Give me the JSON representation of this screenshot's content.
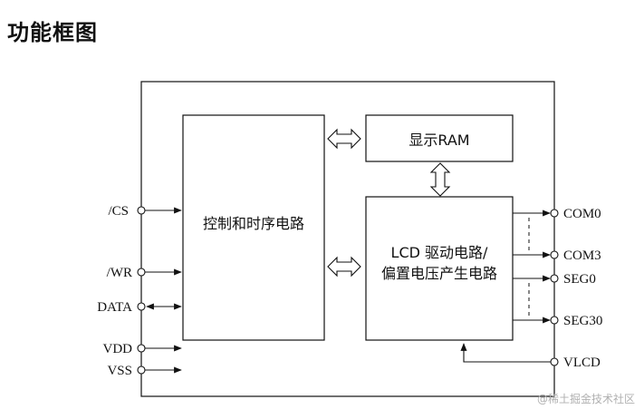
{
  "title": "功能框图",
  "blocks": {
    "control": "控制和时序电路",
    "ram": "显示RAM",
    "driver_line1": "LCD 驱动电路/",
    "driver_line2": "偏置电压产生电路"
  },
  "pins_left": {
    "cs": "/CS",
    "wr": "/WR",
    "data": "DATA",
    "vdd": "VDD",
    "vss": "VSS"
  },
  "pins_right": {
    "com0": "COM0",
    "com3": "COM3",
    "seg0": "SEG0",
    "seg30": "SEG30",
    "vlcd": "VLCD"
  },
  "watermark": "@稀土掘金技术社区"
}
